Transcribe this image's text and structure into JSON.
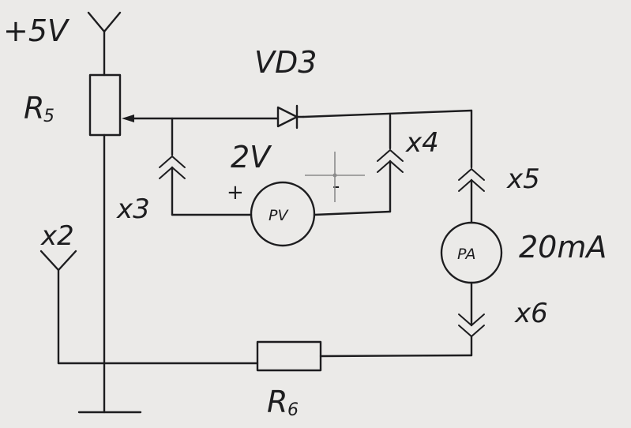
{
  "supply": {
    "label": "+5V"
  },
  "r5": {
    "letter": "R",
    "index": "5"
  },
  "r6": {
    "letter": "R",
    "index": "6"
  },
  "diode": {
    "label": "VD3"
  },
  "connectors": {
    "x2": "x2",
    "x3": "x3",
    "x4": "x4",
    "x5": "x5",
    "x6": "x6"
  },
  "voltmeter": {
    "label": "PV",
    "reading": "2V",
    "plus": "+",
    "minus": "-"
  },
  "ammeter": {
    "label": "PA",
    "reading": "20mA"
  },
  "colors": {
    "ink": "#1d1d1f",
    "paper": "#ebeae8"
  }
}
